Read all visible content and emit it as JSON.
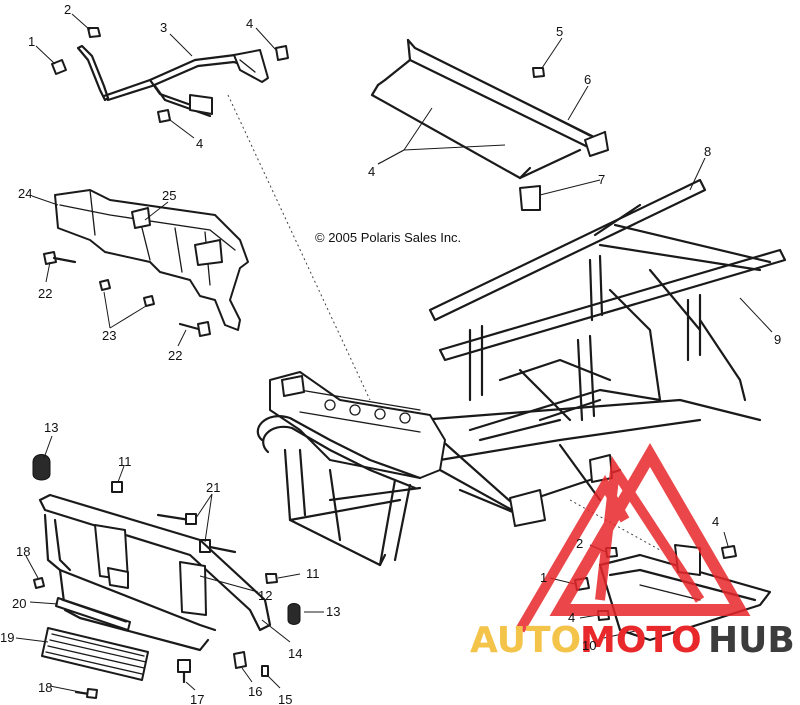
{
  "copyright": "© 2005 Polaris Sales Inc.",
  "watermark": {
    "text_auto": "AUTO",
    "text_moto": "MOTO",
    "text_hub": "HUB",
    "colors": {
      "auto": "#f4c34a",
      "moto": "#e8282b",
      "hub": "#3c3c3c",
      "logo": "#e8282b"
    }
  },
  "callouts": {
    "c1a": "1",
    "c2a": "2",
    "c3": "3",
    "c4a": "4",
    "c4b": "4",
    "c5": "5",
    "c6": "6",
    "c4c": "4",
    "c7": "7",
    "c8": "8",
    "c9": "9",
    "c24": "24",
    "c25": "25",
    "c22a": "22",
    "c23": "23",
    "c22b": "22",
    "c13a": "13",
    "c11a": "11",
    "c21": "21",
    "c18a": "18",
    "c20": "20",
    "c19": "19",
    "c18b": "18",
    "c17": "17",
    "c16": "16",
    "c15": "15",
    "c14": "14",
    "c13b": "13",
    "c12": "12",
    "c11b": "11",
    "c4d": "4",
    "c2b": "2",
    "c1b": "1",
    "c4e": "4",
    "c10": "10"
  }
}
